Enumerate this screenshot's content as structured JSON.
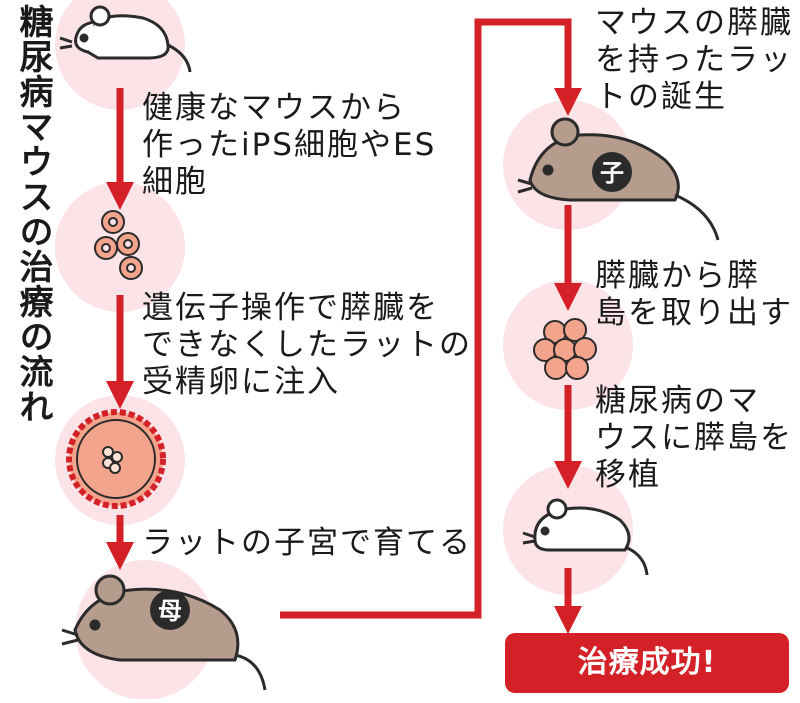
{
  "title": "糖尿病マウスの治療の流れ",
  "steps": {
    "s1": "健康なマウスから\n作ったiPS細胞やES\n細胞",
    "s2": "遺伝子操作で膵臓を\nできなくしたラットの\n受精卵に注入",
    "s3": "ラットの子宮で育てる",
    "s4": "マウスの膵臓\nを持ったラッ\nトの誕生",
    "s5": "膵臓から膵\n島を取り出す",
    "s6": "糖尿病のマ\nウスに膵島を\n移植"
  },
  "badges": {
    "mother": "母",
    "child": "子"
  },
  "result": "治療成功!",
  "colors": {
    "arrow": "#d42127",
    "circle": "#fbe3e8",
    "rat_body": "#b59c8d",
    "cell": "#f3a48d",
    "outline": "#2b2b2b",
    "button": "#d42127"
  },
  "icons": [
    "mouse-icon",
    "cells-icon",
    "egg-icon",
    "rat-icon",
    "islet-icon"
  ]
}
